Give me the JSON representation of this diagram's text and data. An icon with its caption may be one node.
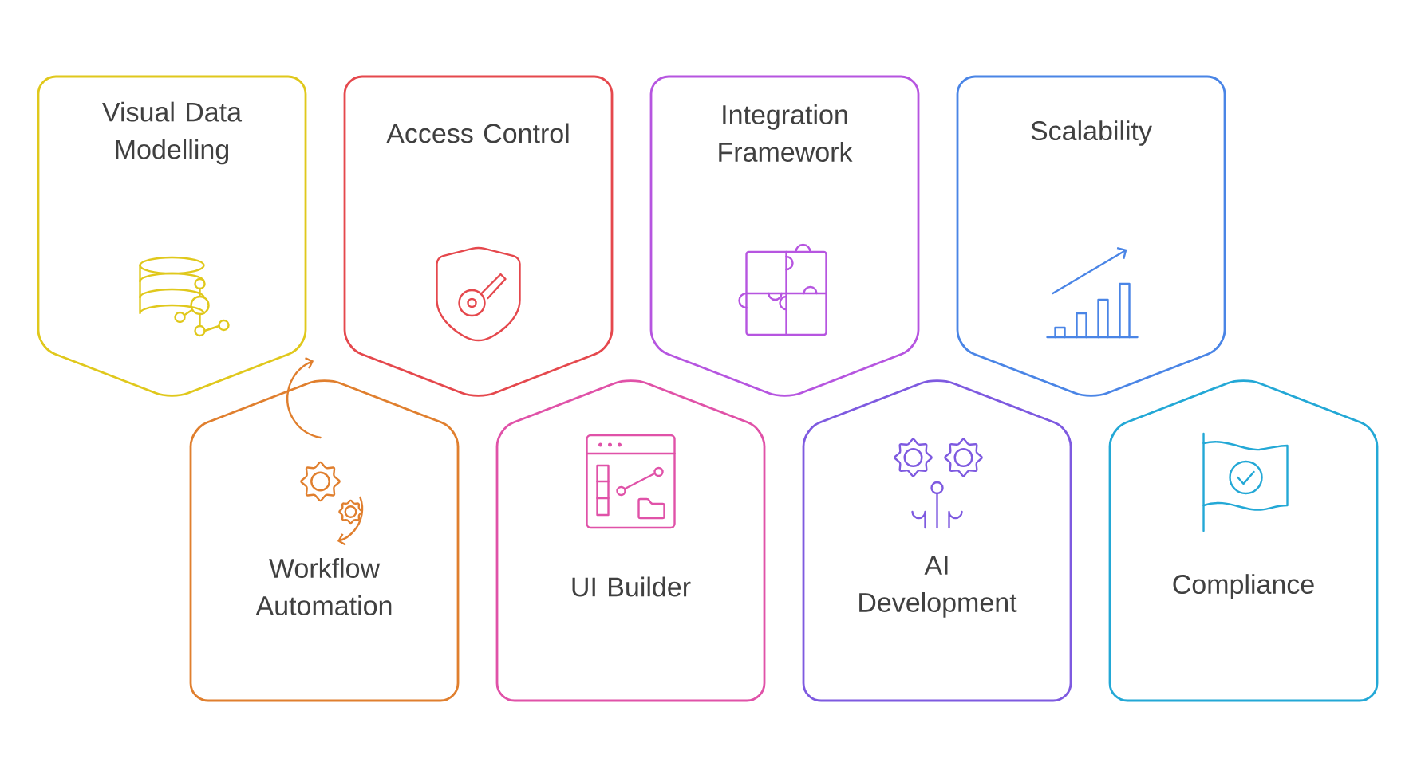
{
  "diagram": {
    "nodes": [
      {
        "text": [
          "Visual Data Modelling"
        ]
      },
      {
        "text": [
          "Access Control"
        ]
      },
      {
        "text": [
          "Integration Framework"
        ]
      },
      {
        "text": [
          "Scalability"
        ]
      },
      {
        "text": [
          "Workflow Automation"
        ]
      },
      {
        "text": [
          "UI Builder"
        ]
      },
      {
        "text": [
          "AI Development"
        ]
      },
      {
        "text": [
          "Compliance"
        ]
      }
    ]
  }
}
